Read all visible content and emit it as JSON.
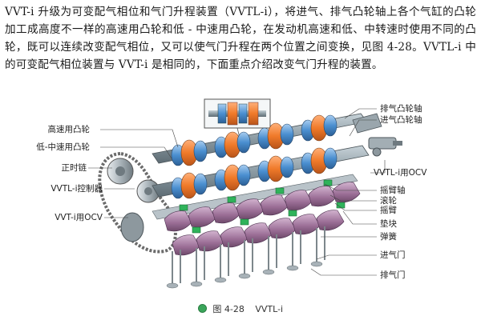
{
  "paragraph": "VVT-i 升级为可变配气相位和气门升程装置（VVTL-i），将进气、排气凸轮轴上各个气缸的凸轮加工成高度不一样的高速用凸轮和低 - 中速用凸轮，在发动机高速和低、中转速时使用不同的凸轮，既可以连续改变配气相位，又可以使气门升程在两个位置之间变换，见图 4-28。VVTL-i 中的可变配气相位装置与 VVT-i 是相同的，下面重点介绍改变气门升程的装置。",
  "figure": {
    "labels_left": {
      "high_speed_cam": "高速用凸轮",
      "low_mid_cam": "低-中速用凸轮",
      "timing_chain": "正时链",
      "vvtl_controller": "VVTL-i控制器",
      "vvt_ocv": "VVT-i用OCV"
    },
    "labels_right": {
      "exhaust_camshaft": "排气凸轮轴",
      "intake_camshaft": "进气凸轮轴",
      "vvtl_ocv": "VVTL-i用OCV",
      "rocker_shaft": "摇臂轴",
      "roller": "滚轮",
      "rocker_arm": "摇臂",
      "pad": "垫块",
      "spring": "弹簧",
      "intake_valve": "进气门",
      "exhaust_valve": "排气门"
    }
  },
  "caption": {
    "number": "图 4-28",
    "title": "VVTL-i"
  },
  "colors": {
    "high_speed_cam": "#f07a2a",
    "low_mid_cam": "#4a8fd0",
    "rocker_arm": "#9a6d95",
    "pad": "#2fb35a",
    "shaft": "#7a8a93",
    "caption_bullet": "#3aa55a"
  }
}
